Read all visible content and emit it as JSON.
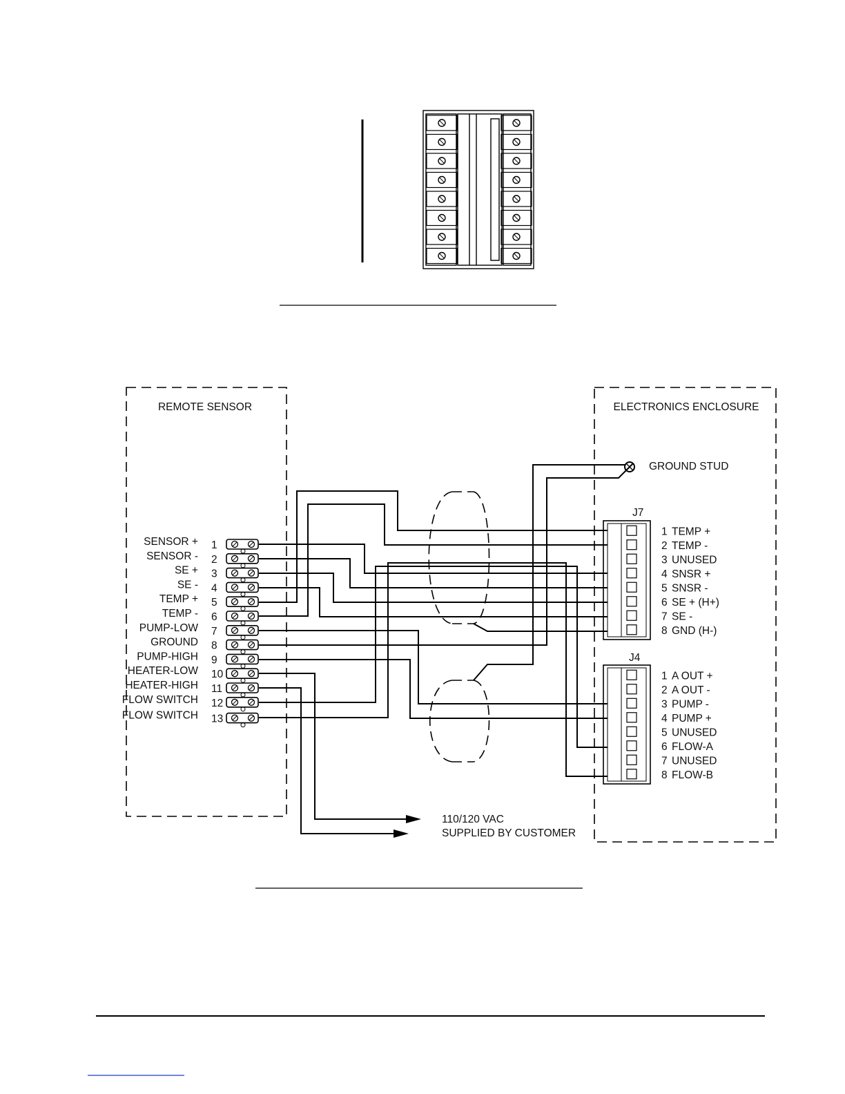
{
  "remote_sensor": {
    "title": "REMOTE SENSOR",
    "terminals": [
      {
        "num": "1",
        "label": "SENSOR +"
      },
      {
        "num": "2",
        "label": "SENSOR -"
      },
      {
        "num": "3",
        "label": "SE +"
      },
      {
        "num": "4",
        "label": "SE -"
      },
      {
        "num": "5",
        "label": "TEMP +"
      },
      {
        "num": "6",
        "label": "TEMP -"
      },
      {
        "num": "7",
        "label": "PUMP-LOW"
      },
      {
        "num": "8",
        "label": "GROUND"
      },
      {
        "num": "9",
        "label": "PUMP-HIGH"
      },
      {
        "num": "10",
        "label": "HEATER-LOW"
      },
      {
        "num": "11",
        "label": "HEATER-HIGH"
      },
      {
        "num": "12",
        "label": "FLOW SWITCH"
      },
      {
        "num": "13",
        "label": "FLOW SWITCH"
      }
    ]
  },
  "electronics_enclosure": {
    "title": "ELECTRONICS ENCLOSURE",
    "ground_stud": "GROUND STUD",
    "j7": {
      "name": "J7",
      "pins": [
        {
          "num": "1",
          "label": "TEMP +"
        },
        {
          "num": "2",
          "label": "TEMP -"
        },
        {
          "num": "3",
          "label": "UNUSED"
        },
        {
          "num": "4",
          "label": "SNSR +"
        },
        {
          "num": "5",
          "label": "SNSR -"
        },
        {
          "num": "6",
          "label": "SE + (H+)"
        },
        {
          "num": "7",
          "label": "SE -"
        },
        {
          "num": "8",
          "label": "GND (H-)"
        }
      ]
    },
    "j4": {
      "name": "J4",
      "pins": [
        {
          "num": "1",
          "label": "A OUT +"
        },
        {
          "num": "2",
          "label": "A OUT -"
        },
        {
          "num": "3",
          "label": "PUMP -"
        },
        {
          "num": "4",
          "label": "PUMP +"
        },
        {
          "num": "5",
          "label": "UNUSED"
        },
        {
          "num": "6",
          "label": "FLOW-A"
        },
        {
          "num": "7",
          "label": "UNUSED"
        },
        {
          "num": "8",
          "label": "FLOW-B"
        }
      ]
    }
  },
  "power_note": {
    "line1": "110/120 VAC",
    "line2": "SUPPLIED BY CUSTOMER"
  },
  "colors": {
    "ink": "#000000",
    "paper": "#ffffff",
    "link": "#1a3cc8"
  }
}
